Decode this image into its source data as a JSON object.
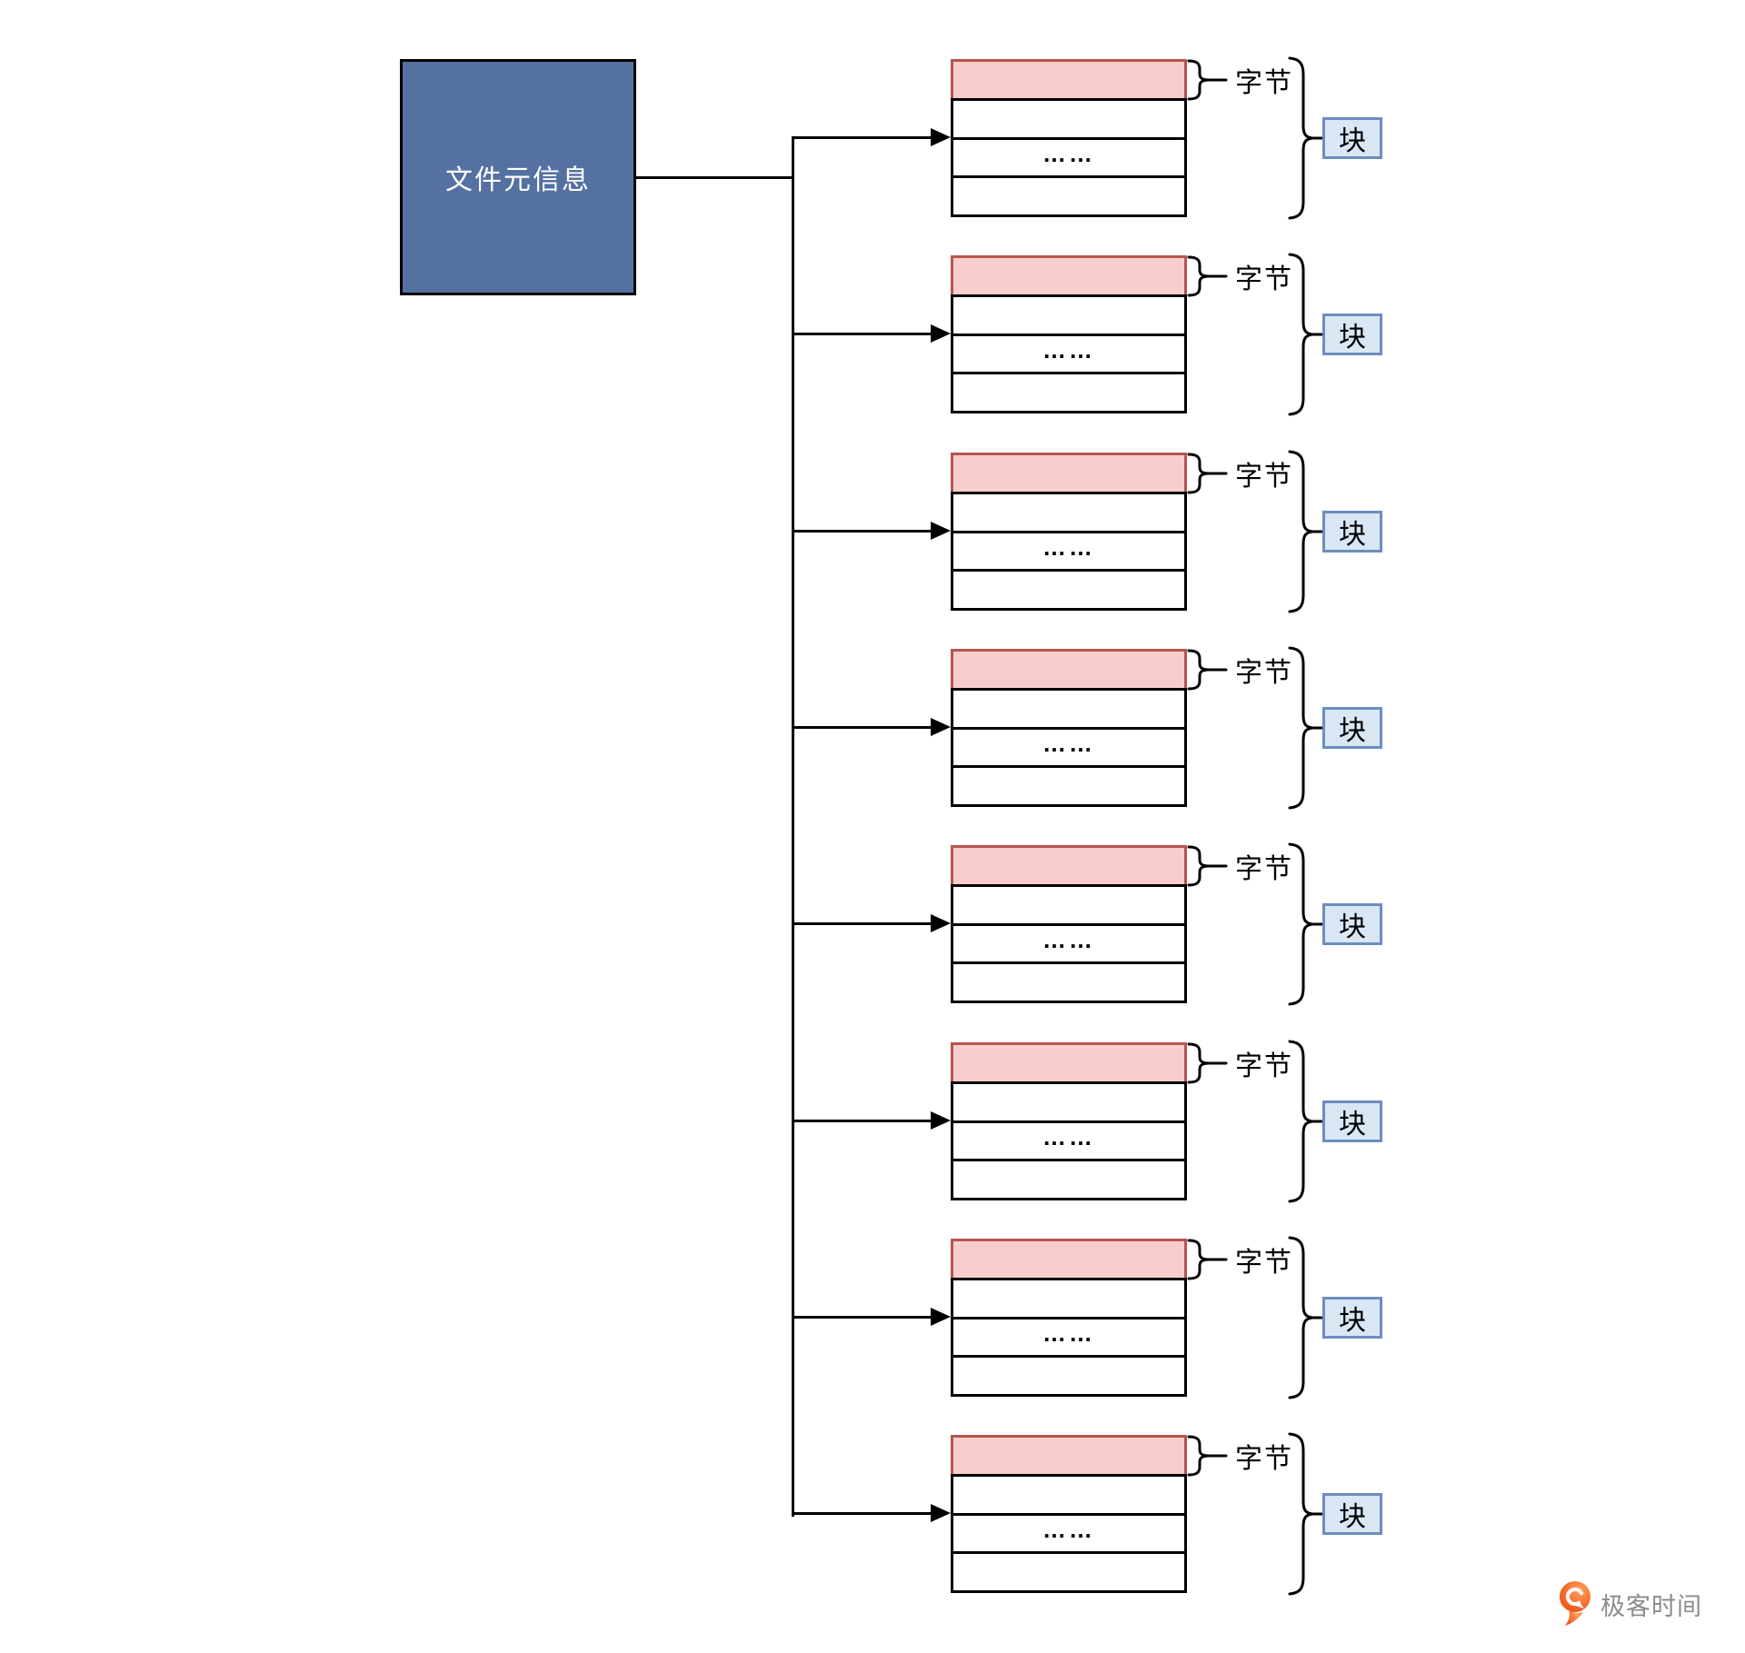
{
  "root_box": {
    "label": "文件元信息"
  },
  "blocks": [
    {
      "byte_label": "字节",
      "block_label": "块",
      "dots": "……"
    },
    {
      "byte_label": "字节",
      "block_label": "块",
      "dots": "……"
    },
    {
      "byte_label": "字节",
      "block_label": "块",
      "dots": "……"
    },
    {
      "byte_label": "字节",
      "block_label": "块",
      "dots": "……"
    },
    {
      "byte_label": "字节",
      "block_label": "块",
      "dots": "……"
    },
    {
      "byte_label": "字节",
      "block_label": "块",
      "dots": "……"
    },
    {
      "byte_label": "字节",
      "block_label": "块",
      "dots": "……"
    },
    {
      "byte_label": "字节",
      "block_label": "块",
      "dots": "……"
    }
  ],
  "logo": {
    "brand": "极客时间"
  },
  "colors": {
    "root_fill": "#5571A1",
    "root_text": "#FFFFFF",
    "highlight_row_fill": "#F8CECC",
    "highlight_row_border": "#B85450",
    "block_chip_fill": "#D9E6F4",
    "block_chip_border": "#6C8EBF",
    "line": "#000000",
    "logo_orange_dark": "#EE4D12",
    "logo_orange_light": "#FFA25E",
    "logo_text": "#8B8B8B"
  }
}
